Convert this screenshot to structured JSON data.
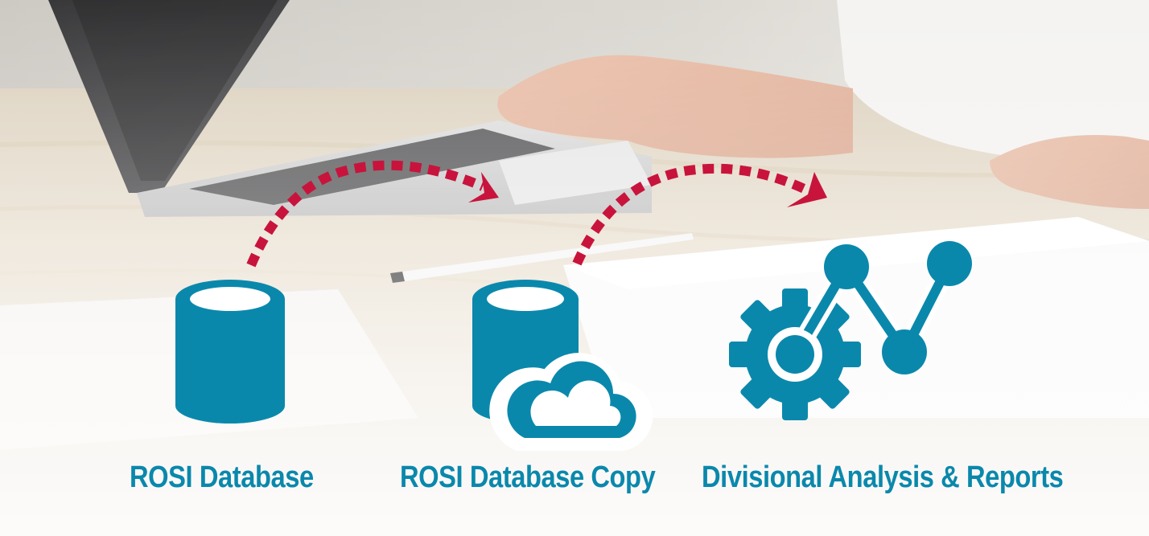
{
  "colors": {
    "accent": "#0a88ac",
    "arrow": "#c8143c",
    "label": "#0a88ac",
    "icon_inner": "#ffffff"
  },
  "icons": {
    "database": "database-icon",
    "database_cloud": "database-cloud-icon",
    "analysis": "gear-analytics-icon",
    "arrow": "dotted-arrow"
  },
  "nodes": [
    {
      "label": "ROSI Database",
      "icon": "database-icon"
    },
    {
      "label": "ROSI Database Copy",
      "icon": "database-cloud-icon"
    },
    {
      "label": "Divisional Analysis & Reports",
      "icon": "gear-analytics-icon"
    }
  ]
}
